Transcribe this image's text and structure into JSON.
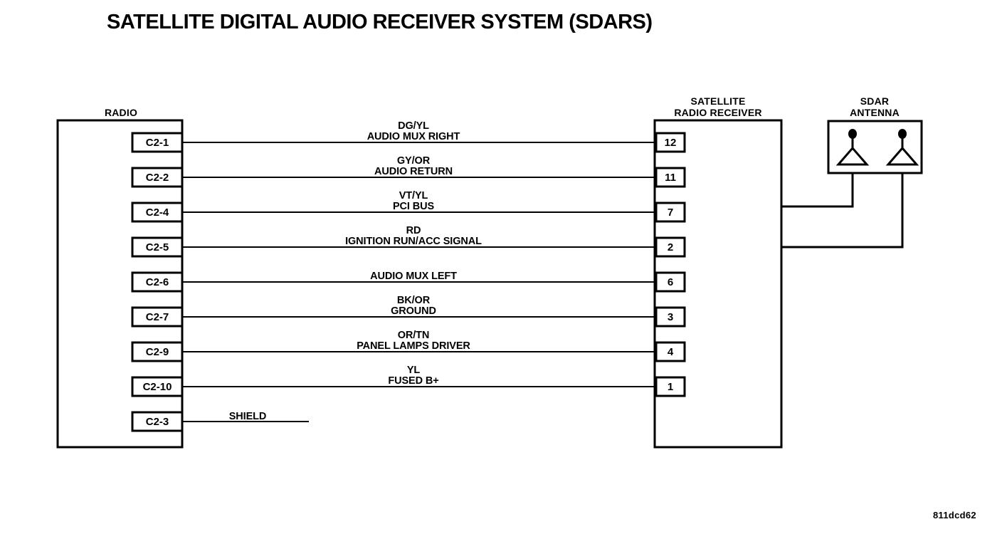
{
  "title": "SATELLITE DIGITAL AUDIO RECEIVER SYSTEM (SDARS)",
  "components": {
    "radio": {
      "label": "RADIO"
    },
    "receiver": {
      "label_line1": "SATELLITE",
      "label_line2": "RADIO RECEIVER"
    },
    "antenna": {
      "label_line1": "SDAR",
      "label_line2": "ANTENNA"
    }
  },
  "connections": [
    {
      "left_pin": "C2-1",
      "color": "DG/YL",
      "signal": "AUDIO MUX RIGHT",
      "right_pin": "12"
    },
    {
      "left_pin": "C2-2",
      "color": "GY/OR",
      "signal": "AUDIO RETURN",
      "right_pin": "11"
    },
    {
      "left_pin": "C2-4",
      "color": "VT/YL",
      "signal": "PCI BUS",
      "right_pin": "7"
    },
    {
      "left_pin": "C2-5",
      "color": "RD",
      "signal": "IGNITION RUN/ACC SIGNAL",
      "right_pin": "2"
    },
    {
      "left_pin": "C2-6",
      "color": "",
      "signal": "AUDIO MUX LEFT",
      "right_pin": "6"
    },
    {
      "left_pin": "C2-7",
      "color": "BK/OR",
      "signal": "GROUND",
      "right_pin": "3"
    },
    {
      "left_pin": "C2-9",
      "color": "OR/TN",
      "signal": "PANEL LAMPS DRIVER",
      "right_pin": "4"
    },
    {
      "left_pin": "C2-10",
      "color": "YL",
      "signal": "FUSED B+",
      "right_pin": "1"
    },
    {
      "left_pin": "C2-3",
      "color": "",
      "signal": "SHIELD",
      "right_pin": ""
    }
  ],
  "figure_code": "811dcd62"
}
